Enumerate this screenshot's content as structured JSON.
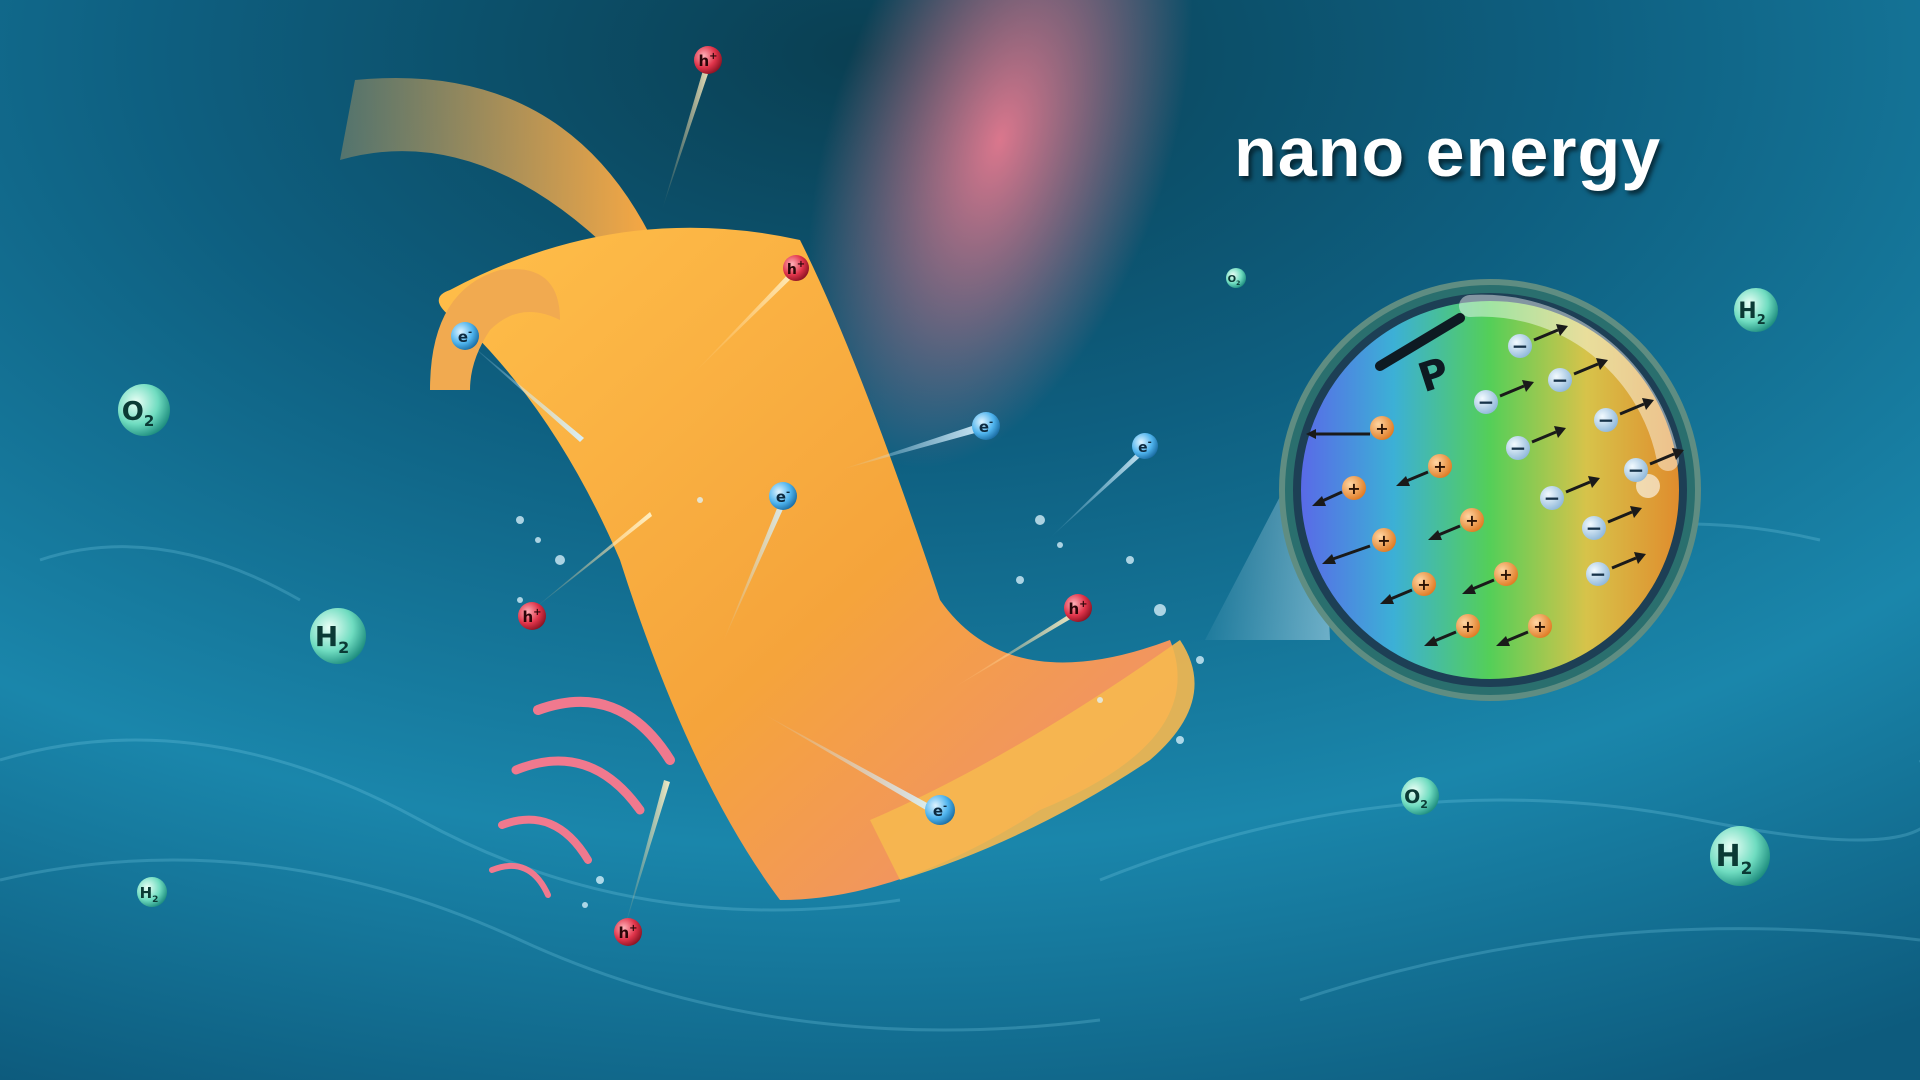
{
  "brand": {
    "title": "nano energy"
  },
  "labels": {
    "electron": "e",
    "electron_charge": "-",
    "hole": "h",
    "hole_charge": "+",
    "oxygen": "O",
    "hydrogen": "H",
    "subscript_two": "2",
    "polarization": "P",
    "positive_sign": "+",
    "negative_sign": "−"
  },
  "colors": {
    "water_deep": "#0b4a66",
    "water_light": "#3fb3d6",
    "sheet_orange": "#f6a63c",
    "sheet_pink": "#f07f86",
    "glow_pink": "#ff6f8a",
    "electron": "#4fb4ee",
    "hole": "#e0344a",
    "molecule": "#5ed3b6",
    "gradient_blue": "#5a73e6",
    "gradient_green": "#4fcf63",
    "gradient_orange": "#e98a2e",
    "title": "#ffffff"
  }
}
